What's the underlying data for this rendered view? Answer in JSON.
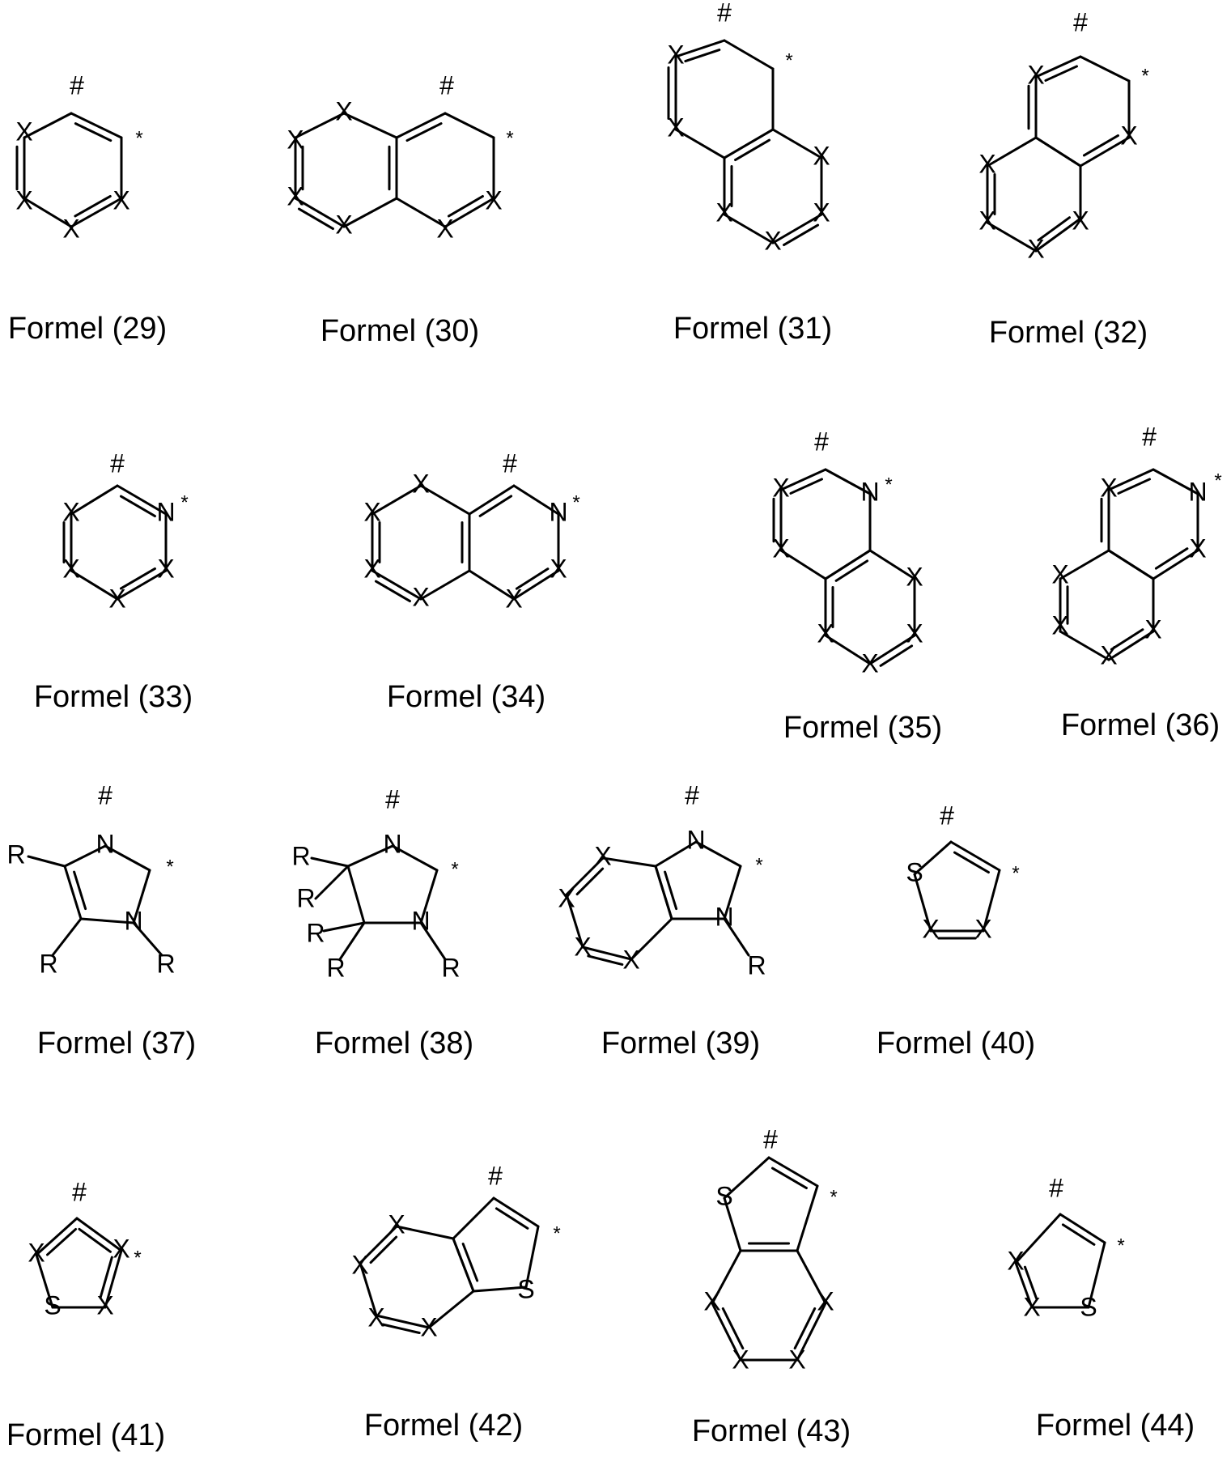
{
  "formulas": [
    {
      "caption": "Formel (29)"
    },
    {
      "caption": "Formel (30)"
    },
    {
      "caption": "Formel (31)"
    },
    {
      "caption": "Formel (32)"
    },
    {
      "caption": "Formel (33)"
    },
    {
      "caption": "Formel (34)"
    },
    {
      "caption": "Formel (35)"
    },
    {
      "caption": "Formel (36)"
    },
    {
      "caption": "Formel (37)"
    },
    {
      "caption": "Formel (38)"
    },
    {
      "caption": "Formel (39)"
    },
    {
      "caption": "Formel (40)"
    },
    {
      "caption": "Formel (41)"
    },
    {
      "caption": "Formel (42)"
    },
    {
      "caption": "Formel (43)"
    },
    {
      "caption": "Formel (44)"
    }
  ],
  "atoms": {
    "x": "X",
    "n": "N",
    "s": "S",
    "r": "R",
    "hash": "#",
    "star": "*"
  }
}
